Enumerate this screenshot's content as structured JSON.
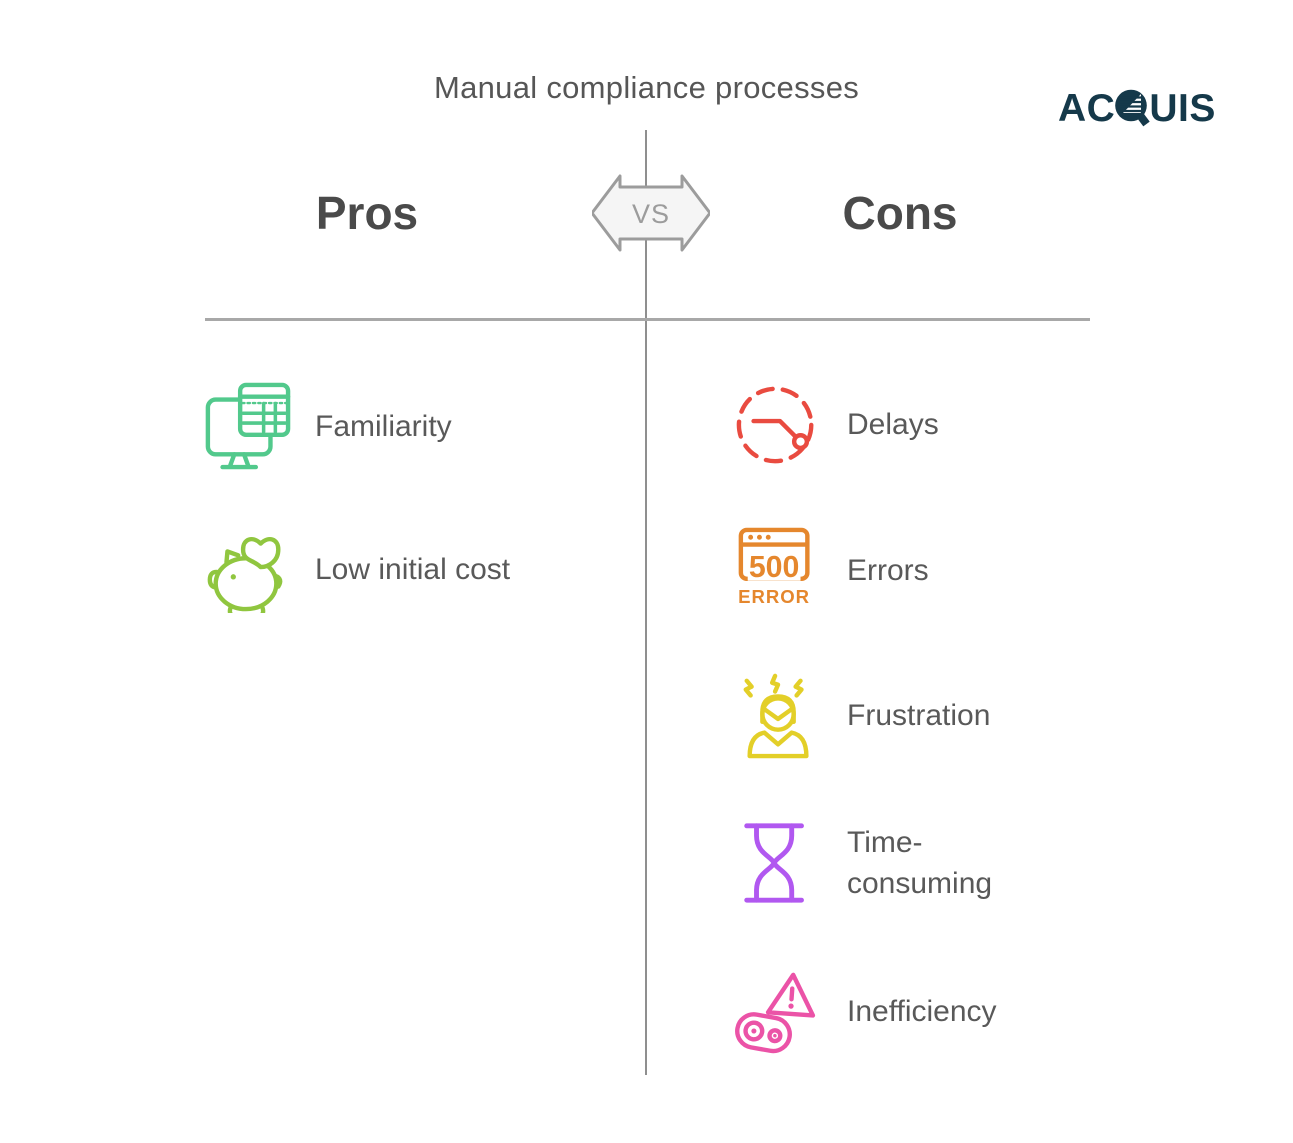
{
  "header": {
    "title": "Manual compliance processes",
    "logo": {
      "text": "ACQUIS",
      "prefix": "AC",
      "q_letter": "Q",
      "suffix": "UIS",
      "color": "#15394a"
    }
  },
  "comparison": {
    "vs_label": "VS",
    "divider_color": "#9b9b9b",
    "columns": [
      {
        "id": "pros",
        "heading": "Pros",
        "items": [
          {
            "label": "Familiarity",
            "icon": "monitor-spreadsheet-icon",
            "color": "#52c98c"
          },
          {
            "label": "Low initial cost",
            "icon": "piggy-bank-heart-icon",
            "color": "#90c63f"
          }
        ]
      },
      {
        "id": "cons",
        "heading": "Cons",
        "items": [
          {
            "label": "Delays",
            "icon": "stopwatch-delay-icon",
            "color": "#e94b40"
          },
          {
            "label": "Errors",
            "icon": "error-500-icon",
            "color": "#e5872d",
            "icon_texts": {
              "code": "500",
              "word": "ERROR"
            }
          },
          {
            "label": "Frustration",
            "icon": "frustrated-person-icon",
            "color": "#e3cf28"
          },
          {
            "label": "Time-consuming",
            "icon": "hourglass-icon",
            "color": "#b158f0"
          },
          {
            "label": "Inefficiency",
            "icon": "warning-gear-icon",
            "color": "#eb53a7"
          }
        ]
      }
    ]
  }
}
